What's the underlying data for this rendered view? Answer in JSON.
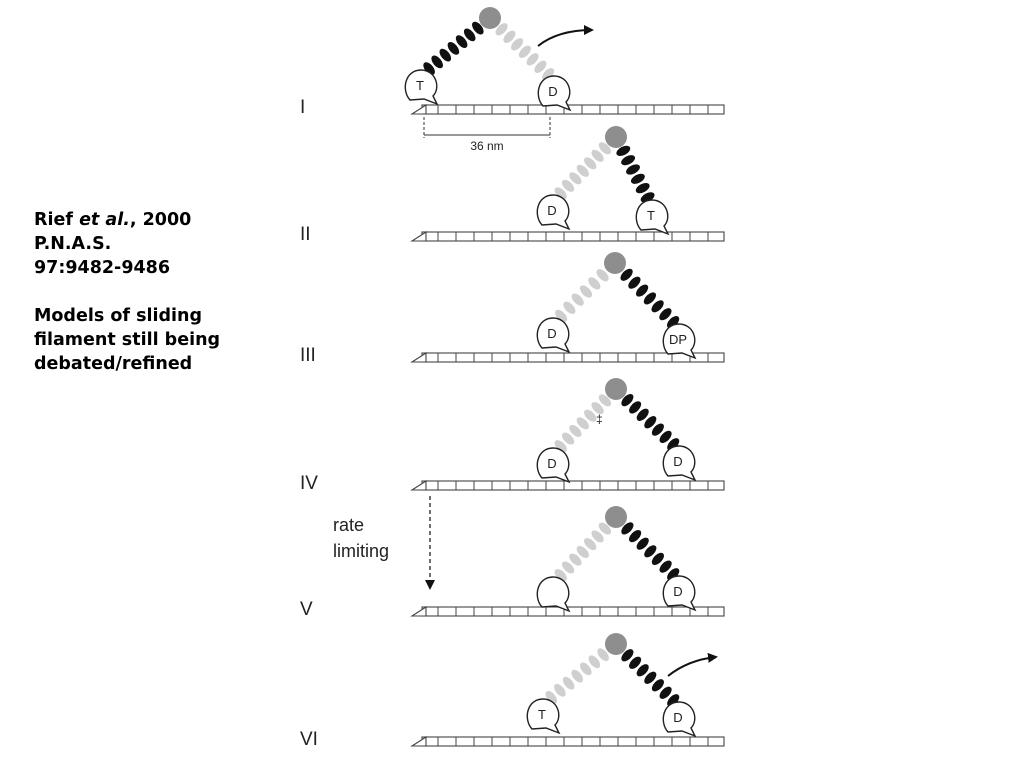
{
  "citation": {
    "author": "Rief ",
    "et_al": "et al.",
    "year": ", 2000",
    "journal": "P.N.A.S.",
    "volume": "97:9482-9486",
    "note_line1": "Models of sliding",
    "note_line2": "filament still being",
    "note_line3": "debated/refined"
  },
  "diagram": {
    "distance_label": "36 nm",
    "rate_label_line1": "rate",
    "rate_label_line2": "limiting",
    "dagger": "‡",
    "colors": {
      "dark_leg": "#111111",
      "light_leg": "#cfcfcf",
      "joint": "#8e8e8e",
      "track": "#444444"
    },
    "stages": [
      {
        "label": "I",
        "left_head": "T",
        "right_head": "D",
        "dark_leg": "left"
      },
      {
        "label": "II",
        "left_head": "D",
        "right_head": "T",
        "dark_leg": "right"
      },
      {
        "label": "III",
        "left_head": "D",
        "right_head": "DP",
        "dark_leg": "right"
      },
      {
        "label": "IV",
        "left_head": "D",
        "right_head": "D",
        "dark_leg": "right"
      },
      {
        "label": "V",
        "left_head": "",
        "right_head": "D",
        "dark_leg": "right"
      },
      {
        "label": "VI",
        "left_head": "T",
        "right_head": "D",
        "dark_leg": "right"
      }
    ]
  }
}
